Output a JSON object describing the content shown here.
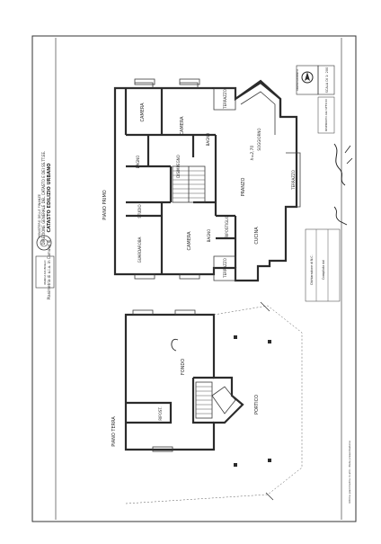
{
  "document": {
    "stamp": {
      "line1": "MINISTERO DELLE FINANZE",
      "line2": "DIREZIONE GENERALE DEL CATASTO E DEI SS.TT.EE.",
      "line3": "CATASTO EDILIZIO URBANO",
      "line4": "Planimetria di u.i.u. in Comune di"
    },
    "revenue_stamp_text": "MARCA DA BOLLO",
    "orientation_label": "ORIENTAMENTO",
    "scale_label": "SCALA DI 1: 200",
    "compiler_label": "RISERVATO ALL'UFFICIO",
    "dated_label": "Dichiarazione di N.C.",
    "compiled_label": "Compilata dal",
    "footer_note": "Ultima planimetria in atti - Data presentazione"
  },
  "floors": {
    "first": {
      "title": "PIANO PRIMO",
      "rooms": {
        "camera1": "CAMERA",
        "camera2": "CAMERA",
        "camera3": "CAMERA",
        "bagno1": "BAGNO",
        "bagno2": "BAGNO",
        "bagno3": "BAGNO",
        "disimpegno": "DISIMPEGNO",
        "studio": "STUDIO",
        "guardaroba": "GUARDAROBA",
        "ripostiglio": "RIPOSTIGLIO",
        "cucina": "CUCINA",
        "pranzo": "PRANZO",
        "soggiorno": "SOGGIORNO",
        "terrazzo1": "TERRAZZO",
        "terrazzo2": "TERRAZZO",
        "terrazzo3": "TERRAZZO",
        "note": "h=2,70"
      }
    },
    "ground": {
      "title": "PIANO TERRA",
      "rooms": {
        "fondo": "FONDO",
        "portico": "PORTICO",
        "ripostiglio": "RIPOST."
      }
    }
  }
}
